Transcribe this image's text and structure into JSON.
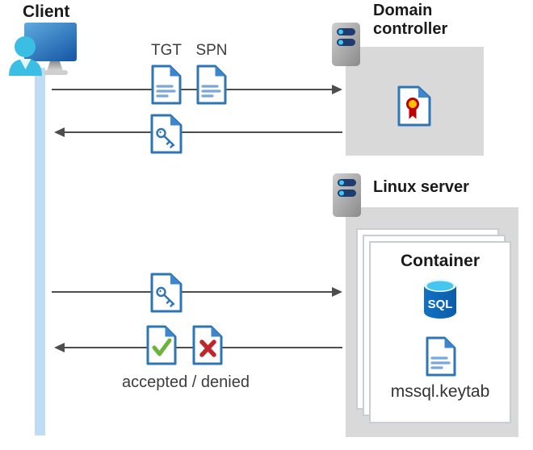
{
  "nodes": {
    "client": {
      "label": "Client"
    },
    "domain_controller": {
      "label": "Domain controller"
    },
    "linux_server": {
      "label": "Linux server"
    },
    "container": {
      "label": "Container"
    },
    "sql_database": {
      "label": "SQL"
    },
    "keytab_file": {
      "label": "mssql.keytab"
    }
  },
  "messages": {
    "tgt": "TGT",
    "spn": "SPN",
    "accepted_denied": "accepted / denied"
  },
  "icons": {
    "client": "monitor-with-user-icon",
    "domain_controller": "server-tower-icon",
    "linux_server": "server-tower-icon",
    "tgt": "document-icon",
    "spn": "document-icon",
    "service_ticket": "key-document-icon",
    "certificate": "certificate-document-icon",
    "sql": "sql-database-cylinder-icon",
    "keytab": "document-icon",
    "accepted": "check-document-icon",
    "denied": "x-document-icon"
  },
  "colors": {
    "doc_border": "#2E75B6",
    "doc_fold": "#3E87CE",
    "doc_lines": "#7AA7DB",
    "lifeline": "#BFDCF6",
    "arrow": "#4D4D4D",
    "node_box": "#D9D9D9",
    "accent_green": "#6CB33E",
    "accent_red": "#C0272D",
    "sql_blue": "#0E6FC0",
    "sql_cyan": "#45C6EE",
    "cert_gold": "#FFC000",
    "cert_red": "#C00000",
    "person_cyan": "#3ABEE3"
  }
}
